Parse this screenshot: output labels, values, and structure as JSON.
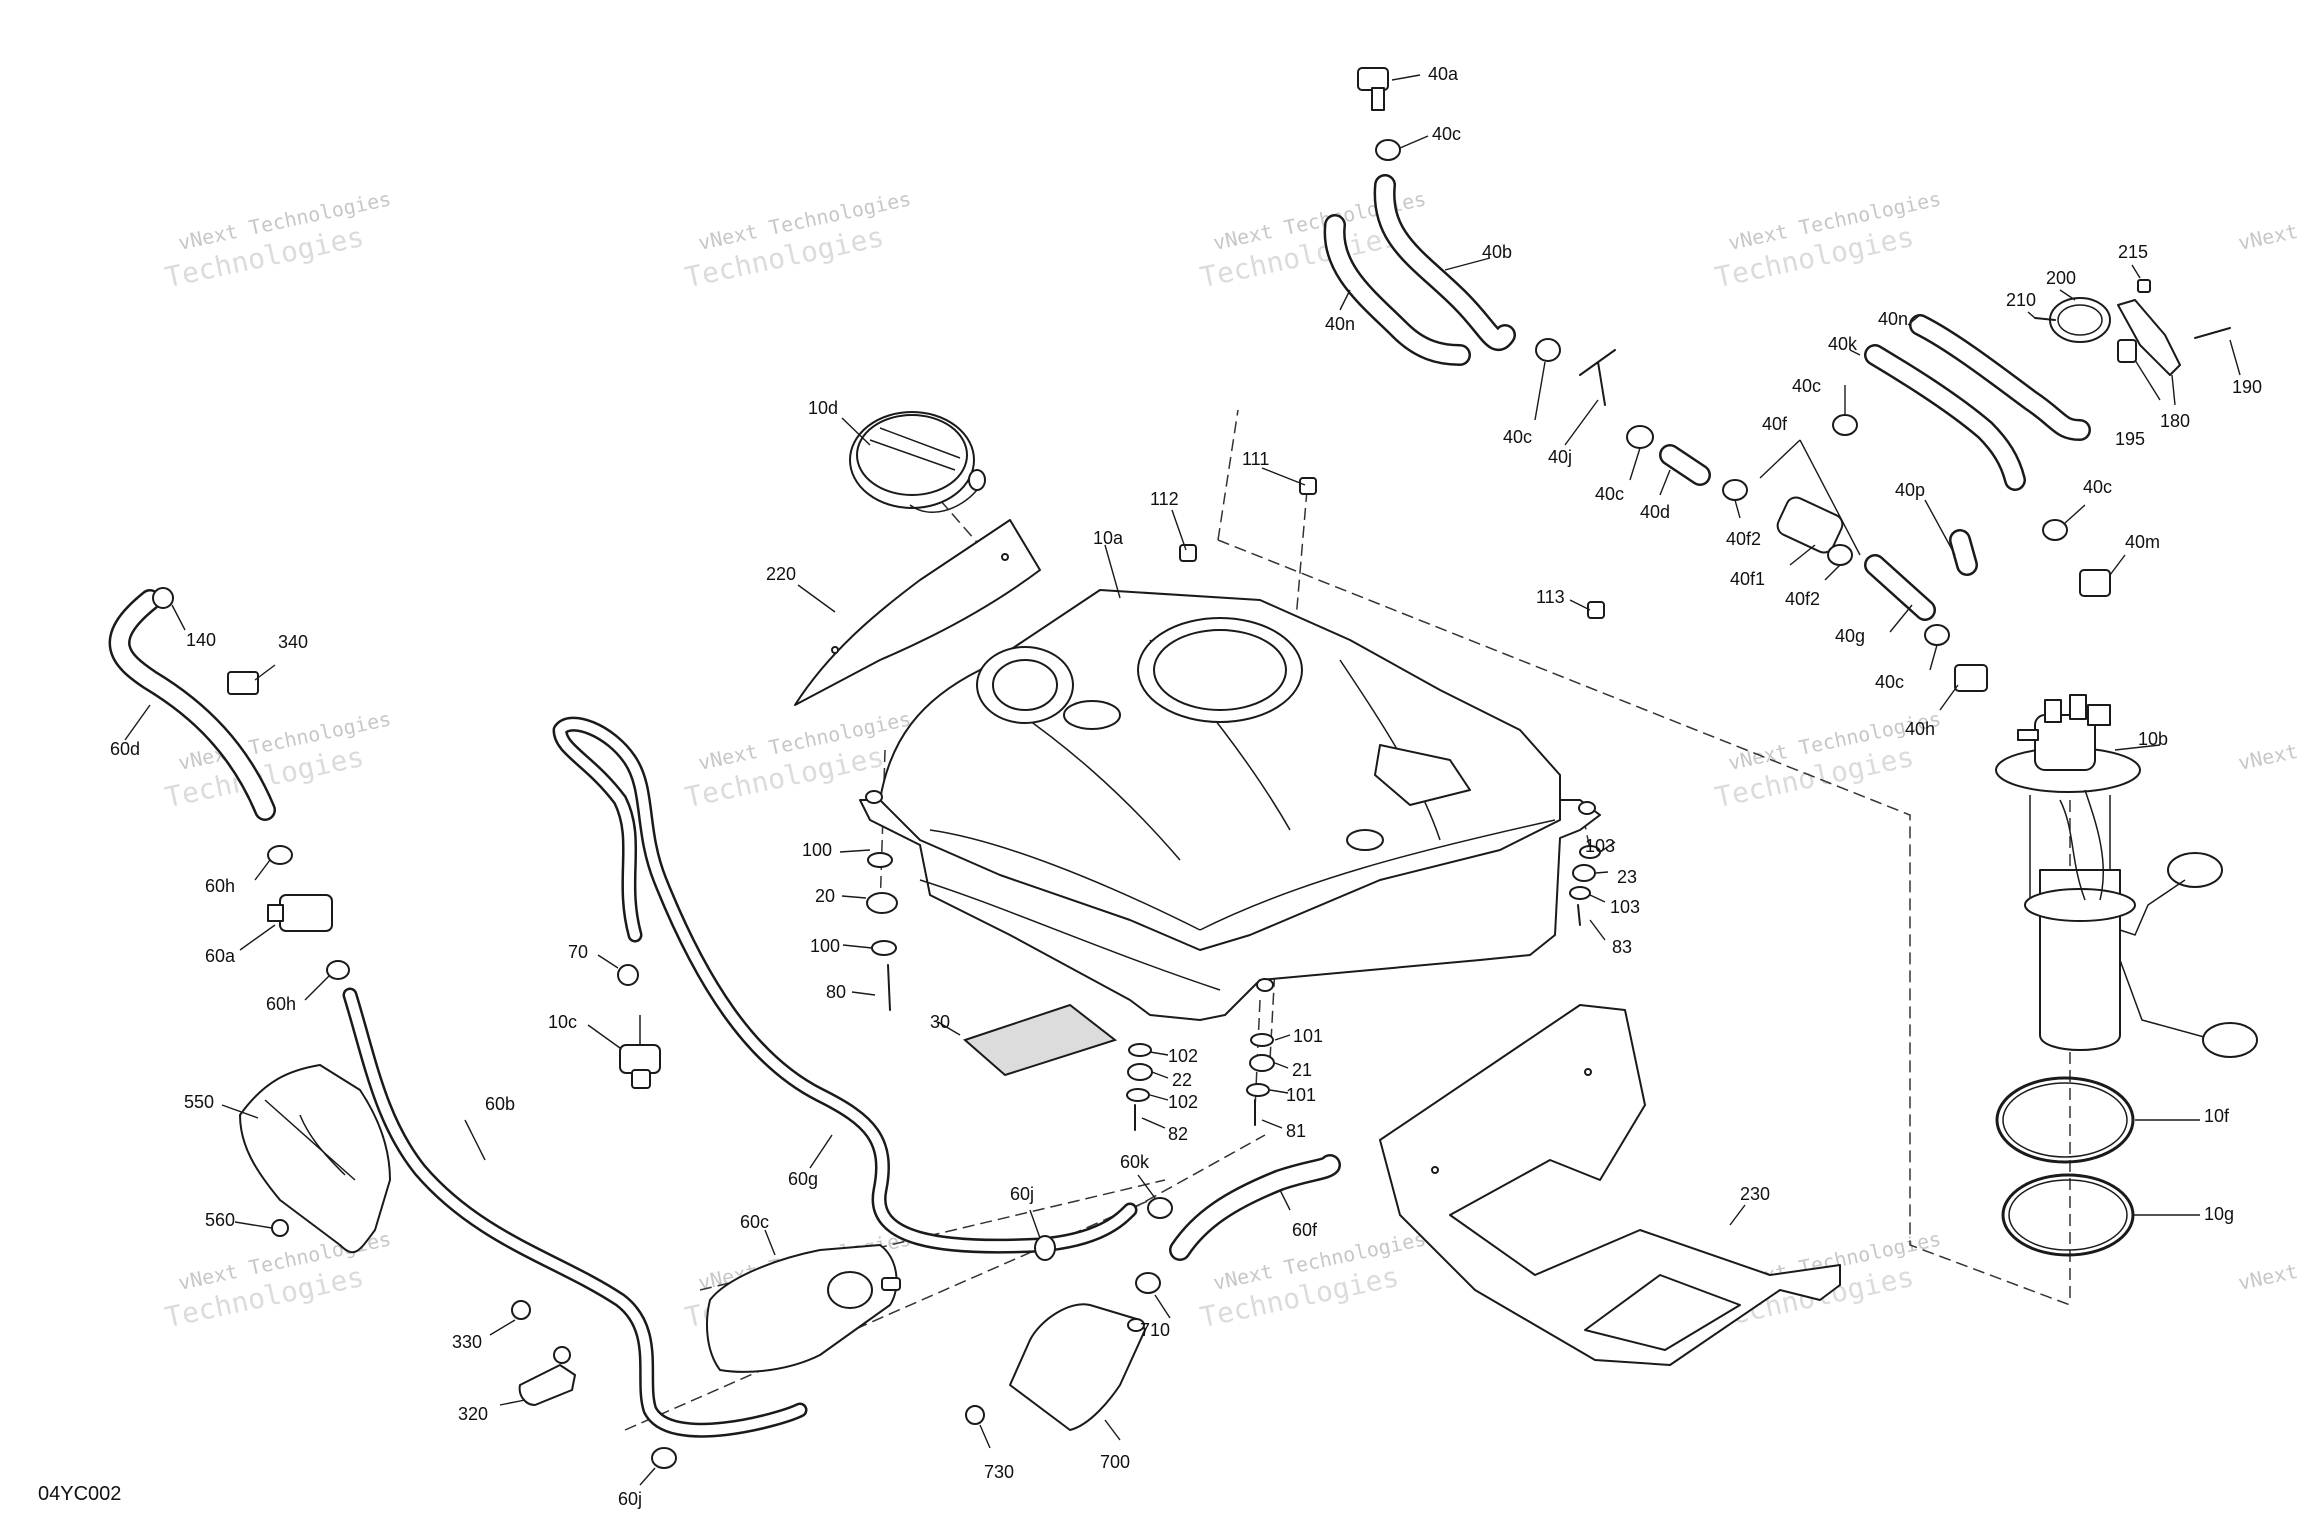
{
  "diagram": {
    "ref_code": "04YC002",
    "watermark_line1": "vNext Technologies",
    "watermark_line2": "Technologies",
    "callouts": [
      {
        "id": "40a",
        "text": "40a"
      },
      {
        "id": "40c_1",
        "text": "40c"
      },
      {
        "id": "40b",
        "text": "40b"
      },
      {
        "id": "40n_1",
        "text": "40n"
      },
      {
        "id": "40c_2",
        "text": "40c"
      },
      {
        "id": "40j",
        "text": "40j"
      },
      {
        "id": "40c_3",
        "text": "40c"
      },
      {
        "id": "40d",
        "text": "40d"
      },
      {
        "id": "40f",
        "text": "40f"
      },
      {
        "id": "40f2_1",
        "text": "40f2"
      },
      {
        "id": "40f1",
        "text": "40f1"
      },
      {
        "id": "40f2_2",
        "text": "40f2"
      },
      {
        "id": "40c_4",
        "text": "40c"
      },
      {
        "id": "40k",
        "text": "40k"
      },
      {
        "id": "40n_2",
        "text": "40n"
      },
      {
        "id": "40p",
        "text": "40p"
      },
      {
        "id": "40c_5",
        "text": "40c"
      },
      {
        "id": "40m",
        "text": "40m"
      },
      {
        "id": "40g",
        "text": "40g"
      },
      {
        "id": "40c_6",
        "text": "40c"
      },
      {
        "id": "40h",
        "text": "40h"
      },
      {
        "id": "200",
        "text": "200"
      },
      {
        "id": "215",
        "text": "215"
      },
      {
        "id": "210",
        "text": "210"
      },
      {
        "id": "190",
        "text": "190"
      },
      {
        "id": "195",
        "text": "195"
      },
      {
        "id": "180",
        "text": "180"
      },
      {
        "id": "10b",
        "text": "10b"
      },
      {
        "id": "10f",
        "text": "10f"
      },
      {
        "id": "10g",
        "text": "10g"
      },
      {
        "id": "10d",
        "text": "10d"
      },
      {
        "id": "220",
        "text": "220"
      },
      {
        "id": "10a",
        "text": "10a"
      },
      {
        "id": "111",
        "text": "111"
      },
      {
        "id": "112",
        "text": "112"
      },
      {
        "id": "113",
        "text": "113"
      },
      {
        "id": "103_1",
        "text": "103"
      },
      {
        "id": "23",
        "text": "23"
      },
      {
        "id": "103_2",
        "text": "103"
      },
      {
        "id": "83",
        "text": "83"
      },
      {
        "id": "100_1",
        "text": "100"
      },
      {
        "id": "20",
        "text": "20"
      },
      {
        "id": "100_2",
        "text": "100"
      },
      {
        "id": "80",
        "text": "80"
      },
      {
        "id": "30",
        "text": "30"
      },
      {
        "id": "101_1",
        "text": "101"
      },
      {
        "id": "21",
        "text": "21"
      },
      {
        "id": "101_2",
        "text": "101"
      },
      {
        "id": "81",
        "text": "81"
      },
      {
        "id": "102_1",
        "text": "102"
      },
      {
        "id": "22",
        "text": "22"
      },
      {
        "id": "102_2",
        "text": "102"
      },
      {
        "id": "82",
        "text": "82"
      },
      {
        "id": "140",
        "text": "140"
      },
      {
        "id": "340",
        "text": "340"
      },
      {
        "id": "60d",
        "text": "60d"
      },
      {
        "id": "60h_1",
        "text": "60h"
      },
      {
        "id": "60a",
        "text": "60a"
      },
      {
        "id": "60h_2",
        "text": "60h"
      },
      {
        "id": "550",
        "text": "550"
      },
      {
        "id": "560",
        "text": "560"
      },
      {
        "id": "60b",
        "text": "60b"
      },
      {
        "id": "70",
        "text": "70"
      },
      {
        "id": "10c",
        "text": "10c"
      },
      {
        "id": "60g",
        "text": "60g"
      },
      {
        "id": "60c",
        "text": "60c"
      },
      {
        "id": "60j_1",
        "text": "60j"
      },
      {
        "id": "60k",
        "text": "60k"
      },
      {
        "id": "60f",
        "text": "60f"
      },
      {
        "id": "710",
        "text": "710"
      },
      {
        "id": "700",
        "text": "700"
      },
      {
        "id": "730",
        "text": "730"
      },
      {
        "id": "330",
        "text": "330"
      },
      {
        "id": "320",
        "text": "320"
      },
      {
        "id": "60j_2",
        "text": "60j"
      },
      {
        "id": "230",
        "text": "230"
      }
    ]
  }
}
